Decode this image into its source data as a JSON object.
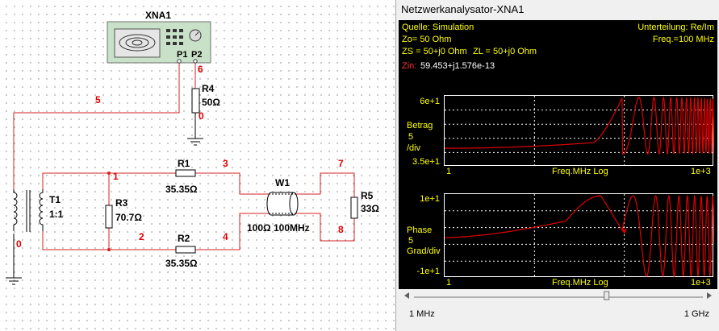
{
  "schematic": {
    "instrument_label": "XNA1",
    "port1": "P1",
    "port2": "P2",
    "components": {
      "r4": {
        "ref": "R4",
        "value": "50Ω"
      },
      "r1": {
        "ref": "R1",
        "value": "35.35Ω"
      },
      "r2": {
        "ref": "R2",
        "value": "35.35Ω"
      },
      "r3": {
        "ref": "R3",
        "value": "70.7Ω"
      },
      "r5": {
        "ref": "R5",
        "value": "33Ω"
      },
      "t1": {
        "ref": "T1",
        "ratio": "1:1"
      },
      "w1": {
        "ref": "W1",
        "value": "100Ω 100MHz"
      }
    },
    "nets": [
      "5",
      "6",
      "0",
      "0",
      "1",
      "2",
      "3",
      "4",
      "7",
      "8"
    ]
  },
  "analyzer": {
    "window_title": "Netzwerkanalysator-XNA1",
    "source": "Quelle: Simulation",
    "division": "Unterteilung: Re/Im",
    "freq": "Freq.=100 MHz",
    "zo": "Zo= 50 Ohm",
    "zs": "ZS = 50+j0 Ohm",
    "zl": "ZL = 50+j0 Ohm",
    "zin_label": "Zin:",
    "zin_value": "59.453+j1.576e-13",
    "colors": {
      "trace": "#e00000",
      "text": "#ffff00",
      "background": "#000000"
    },
    "plot1": {
      "ylabel": "Betrag",
      "div_value": "5",
      "div_unit": "/div",
      "ytop": "6e+1",
      "ybottom": "3.5e+1",
      "xstart": "1",
      "xlabel": "Freq.MHz Log",
      "xend": "1e+3"
    },
    "plot2": {
      "ylabel": "Phase",
      "div_value": "5",
      "div_unit": "Grad/div",
      "ytop": "1e+1",
      "ybottom": "-1e+1",
      "xstart": "1",
      "xlabel": "Freq.MHz Log",
      "xend": "1e+3"
    },
    "slider": {
      "min_label": "1 MHz",
      "max_label": "1 GHz",
      "value_mhz": 100
    }
  }
}
